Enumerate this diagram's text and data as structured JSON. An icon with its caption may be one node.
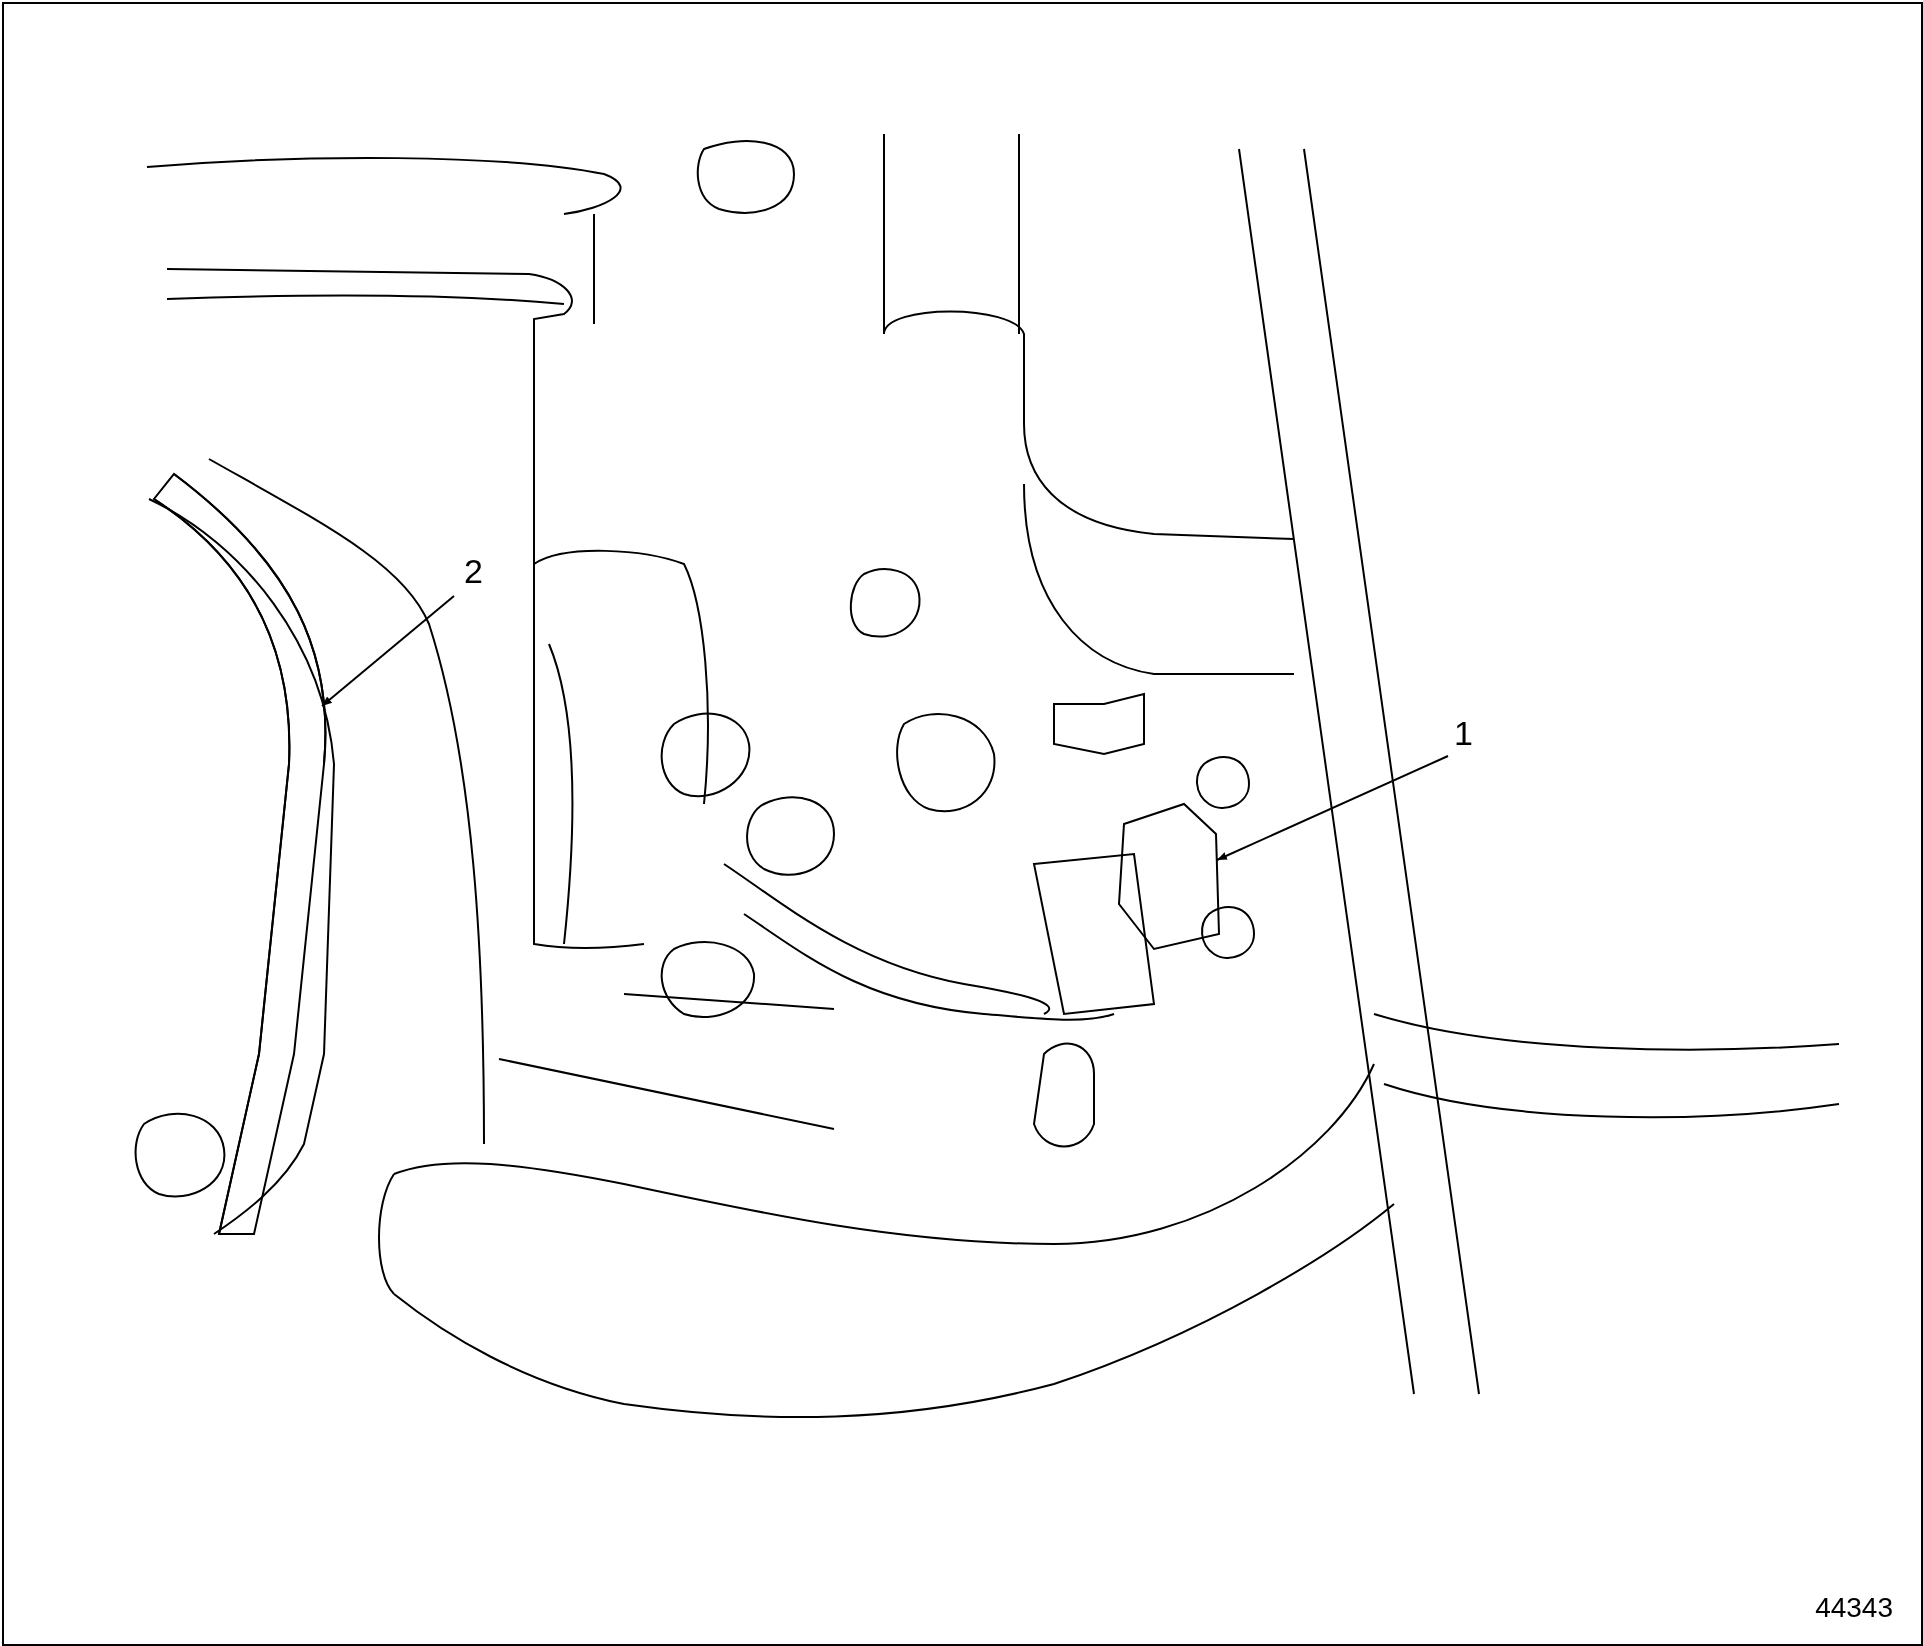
{
  "diagram": {
    "nodes": [
      {
        "text": [
          "2"
        ]
      },
      {
        "text": [],
        "shape": "picture"
      },
      {
        "text": [
          "1"
        ]
      },
      {
        "text": [],
        "shape": "picture"
      }
    ],
    "edges": [
      {
        "from": 0,
        "to": 1,
        "arrow": "to"
      },
      {
        "from": 2,
        "to": 3,
        "arrow": "to"
      }
    ],
    "labels": [
      "44343"
    ]
  }
}
